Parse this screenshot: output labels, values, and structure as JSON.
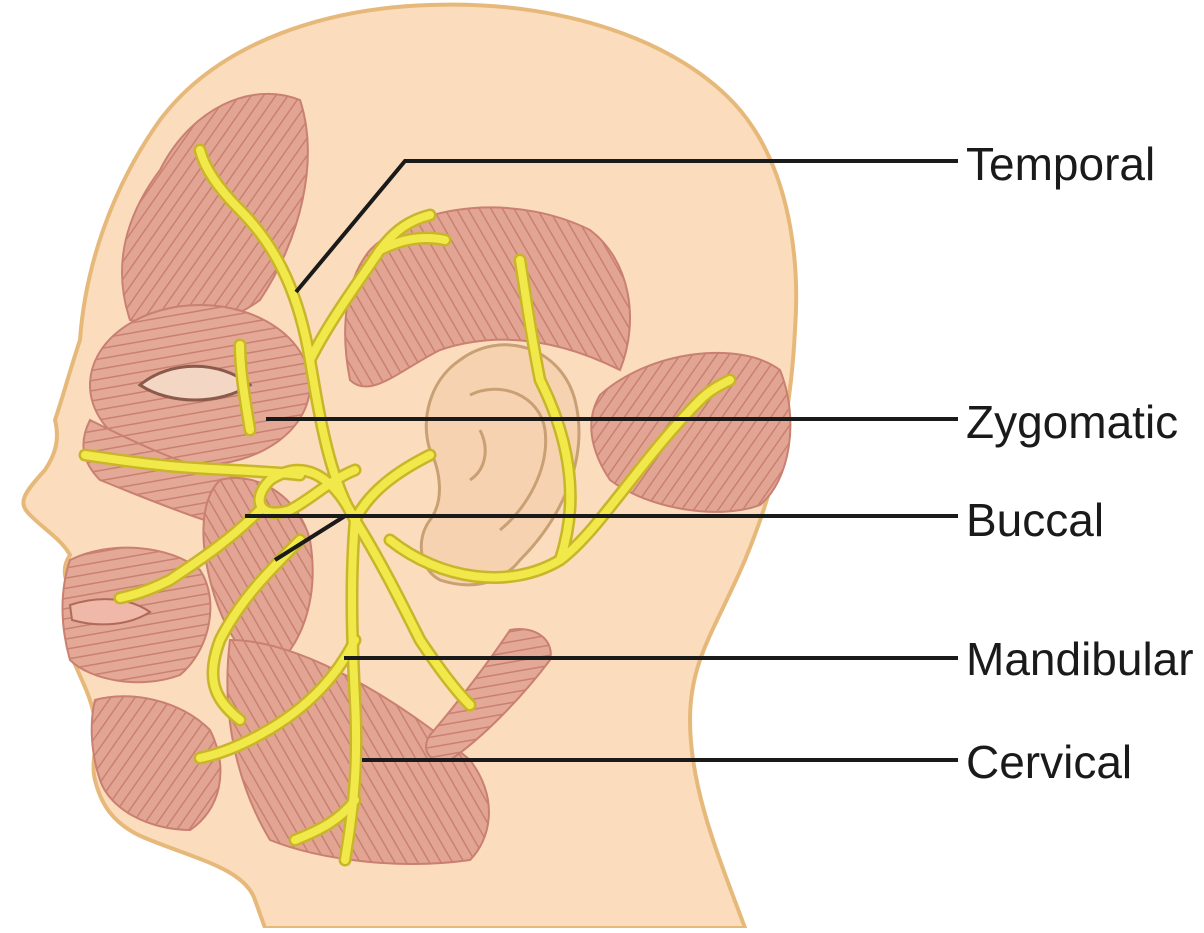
{
  "labels": {
    "temporal": "Temporal",
    "zygomatic": "Zygomatic",
    "buccal": "Buccal",
    "mandibular": "Mandibular",
    "cervical": "Cervical"
  },
  "colors": {
    "skin": "#fbdcbd",
    "skin_outline": "#e6b97a",
    "muscle": "#e0a08e",
    "muscle_dark": "#c97a6a",
    "muscle_light": "#f0c0b0",
    "nerve": "#f1e94a",
    "nerve_outline": "#c9b52a",
    "leader_line": "#1a1a1a"
  }
}
